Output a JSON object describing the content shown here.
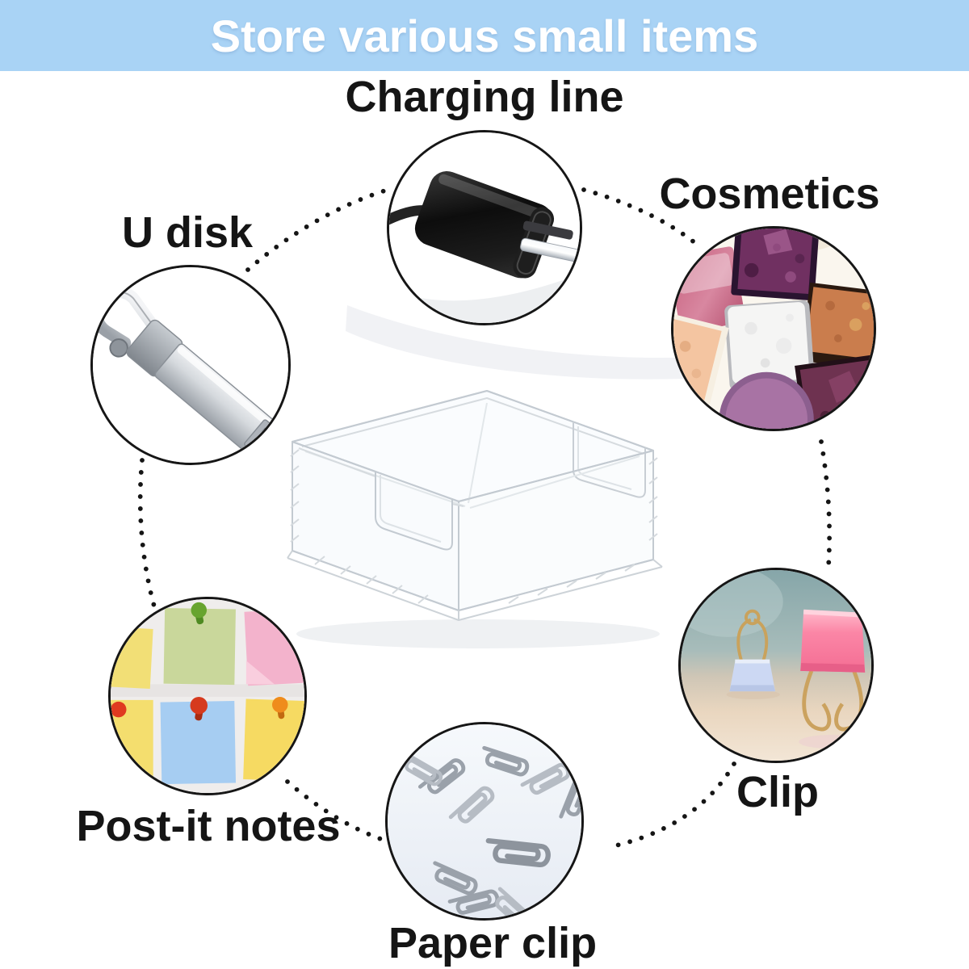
{
  "banner": {
    "title": "Store various small items",
    "background": "#a9d3f5",
    "text_color": "#ffffff"
  },
  "items": [
    {
      "id": "charging-line",
      "label": "Charging line"
    },
    {
      "id": "cosmetics",
      "label": "Cosmetics"
    },
    {
      "id": "u-disk",
      "label": "U disk"
    },
    {
      "id": "post-it-notes",
      "label": "Post-it notes"
    },
    {
      "id": "paper-clip",
      "label": "Paper clip"
    },
    {
      "id": "clip",
      "label": "Clip"
    }
  ],
  "icons": {
    "center_image": "acrylic-sticky-note-holder",
    "bubble_images": [
      "charger-photo",
      "cosmetics-photo",
      "usb-drive-photo",
      "sticky-notes-photo",
      "paper-clips-photo",
      "binder-clips-photo"
    ]
  },
  "colors": {
    "label_text": "#151515",
    "circle_border": "#161616",
    "connector_dots": "#151515",
    "acrylic_line": "#c3cad1"
  }
}
